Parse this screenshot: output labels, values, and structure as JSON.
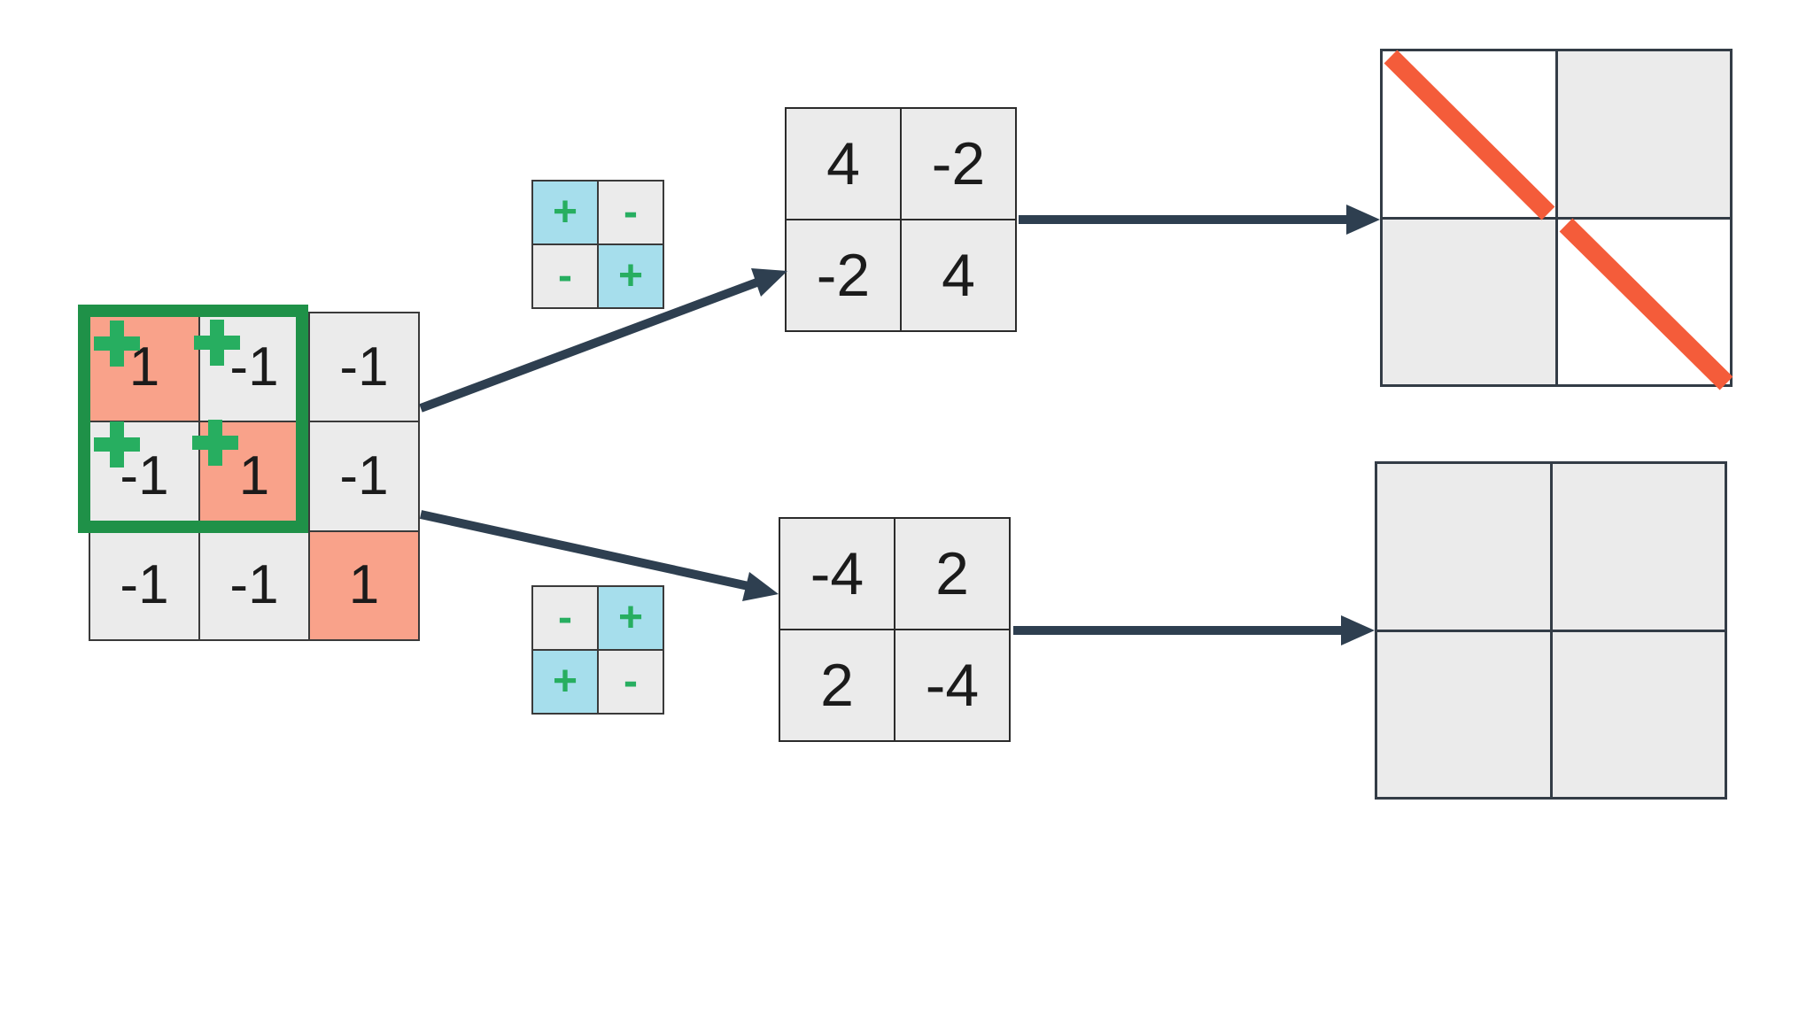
{
  "matrices": {
    "input": {
      "cells": [
        "1",
        "-1",
        "-1",
        "-1",
        "1",
        "-1",
        "-1",
        "-1",
        "1"
      ]
    },
    "filter_top": {
      "cells": [
        "+",
        "-",
        "-",
        "+"
      ]
    },
    "filter_bottom": {
      "cells": [
        "-",
        "+",
        "+",
        "-"
      ]
    },
    "result_top": {
      "cells": [
        "4",
        "-2",
        "-2",
        "4"
      ]
    },
    "result_bottom": {
      "cells": [
        "-4",
        "2",
        "2",
        "-4"
      ]
    }
  },
  "icons": {
    "plus_marks": [
      "plus-icon",
      "plus-icon",
      "plus-icon",
      "plus-icon"
    ],
    "diagonal_strokes": 2,
    "arrows": 4
  },
  "colors": {
    "salmon": "#F9A28A",
    "cell_gray": "#EBEBEB",
    "light_blue": "#A6DEEC",
    "green_box": "#1F9148",
    "green_plus": "#27AE60",
    "arrow_color": "#2E3F50",
    "orange_line": "#F45C3A",
    "grid_line": "#3A3A3A",
    "grid_line_dark": "#333C46",
    "text_color": "#1B1B1B"
  }
}
